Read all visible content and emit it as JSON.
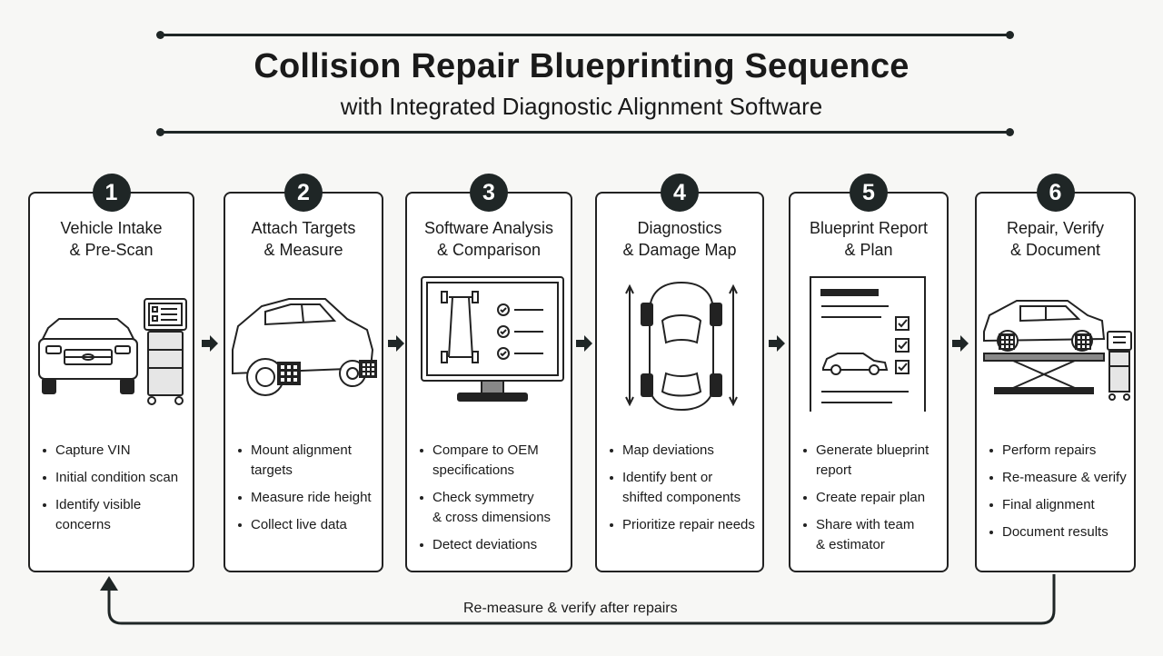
{
  "header": {
    "title": "Collision Repair Blueprinting Sequence",
    "subtitle": "with Integrated Diagnostic Alignment Software"
  },
  "steps": [
    {
      "number": "1",
      "title": "Vehicle Intake\n& Pre-Scan",
      "bullets": [
        "Capture VIN",
        "Initial condition scan",
        "Identify visible\nconcerns"
      ]
    },
    {
      "number": "2",
      "title": "Attach Targets\n& Measure",
      "bullets": [
        "Mount alignment\ntargets",
        "Measure ride height",
        "Collect live data"
      ]
    },
    {
      "number": "3",
      "title": "Software Analysis\n& Comparison",
      "bullets": [
        "Compare to OEM\nspecifications",
        "Check symmetry\n& cross dimensions",
        "Detect deviations"
      ]
    },
    {
      "number": "4",
      "title": "Diagnostics\n& Damage Map",
      "bullets": [
        "Map deviations",
        "Identify bent or\nshifted components",
        "Prioritize repair needs"
      ]
    },
    {
      "number": "5",
      "title": "Blueprint Report\n& Plan",
      "bullets": [
        "Generate blueprint\nreport",
        "Create repair plan",
        "Share with team\n& estimator"
      ]
    },
    {
      "number": "6",
      "title": "Repair, Verify\n& Document",
      "bullets": [
        "Perform repairs",
        "Re-measure & verify",
        "Final alignment",
        "Document results"
      ]
    }
  ],
  "loop": {
    "label": "Re-measure & verify after repairs"
  },
  "colors": {
    "ink": "#1f2626",
    "card_bg": "#ffffff",
    "page_bg": "#f7f7f5"
  }
}
